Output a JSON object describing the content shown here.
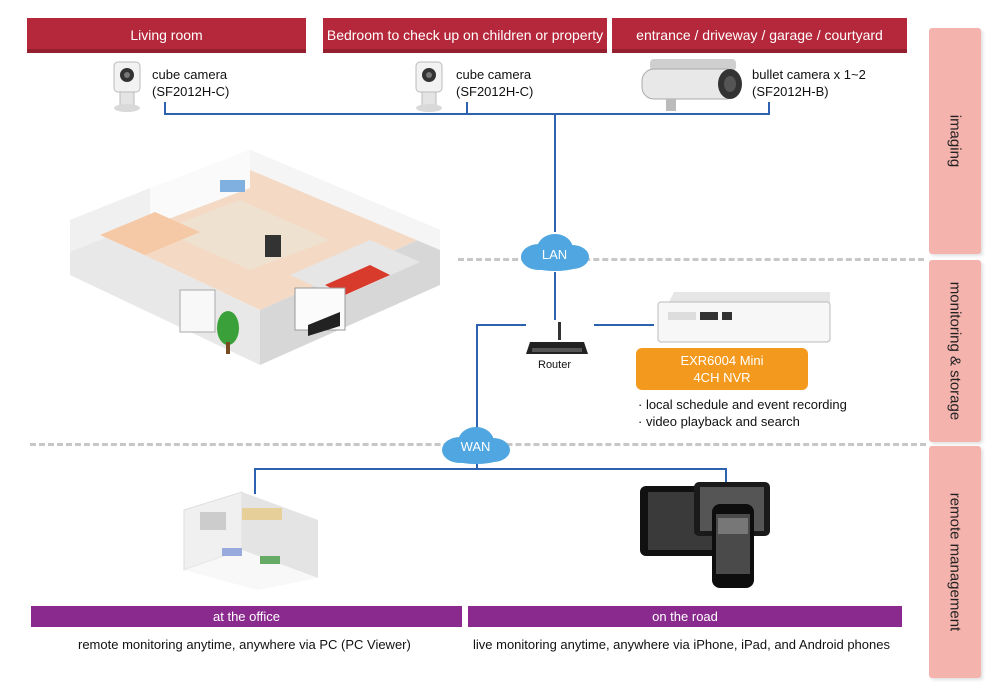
{
  "headers": {
    "living_room": "Living room",
    "bedroom": "Bedroom to check up on children or property",
    "entrance": "entrance / driveway / garage / courtyard"
  },
  "cameras": {
    "cam1_name": "cube camera",
    "cam1_model": "(SF2012H-C)",
    "cam2_name": "cube camera",
    "cam2_model": "(SF2012H-C)",
    "cam3_name": "bullet camera x 1~2",
    "cam3_model": "(SF2012H-B)"
  },
  "sections": {
    "imaging": "imaging",
    "monitoring": "monitoring & storage",
    "remote": "remote management"
  },
  "network": {
    "lan": "LAN",
    "wan": "WAN",
    "router": "Router"
  },
  "nvr": {
    "name": "EXR6004 Mini",
    "type": "4CH NVR",
    "features": [
      "· local schedule and event recording",
      "· video playback and search"
    ]
  },
  "remote": {
    "office_label": "at the office",
    "road_label": "on the road",
    "office_caption": "remote monitoring anytime, anywhere via PC (PC Viewer)",
    "road_caption": "live monitoring anytime, anywhere via iPhone, iPad, and Android phones"
  },
  "colors": {
    "header_red": "#b5273a",
    "side_pink": "#f4b3ad",
    "line_blue": "#2c62b0",
    "nvr_orange": "#f39a1e",
    "bar_purple": "#8b2a8e",
    "cloud_blue": "#4fa6e0"
  }
}
